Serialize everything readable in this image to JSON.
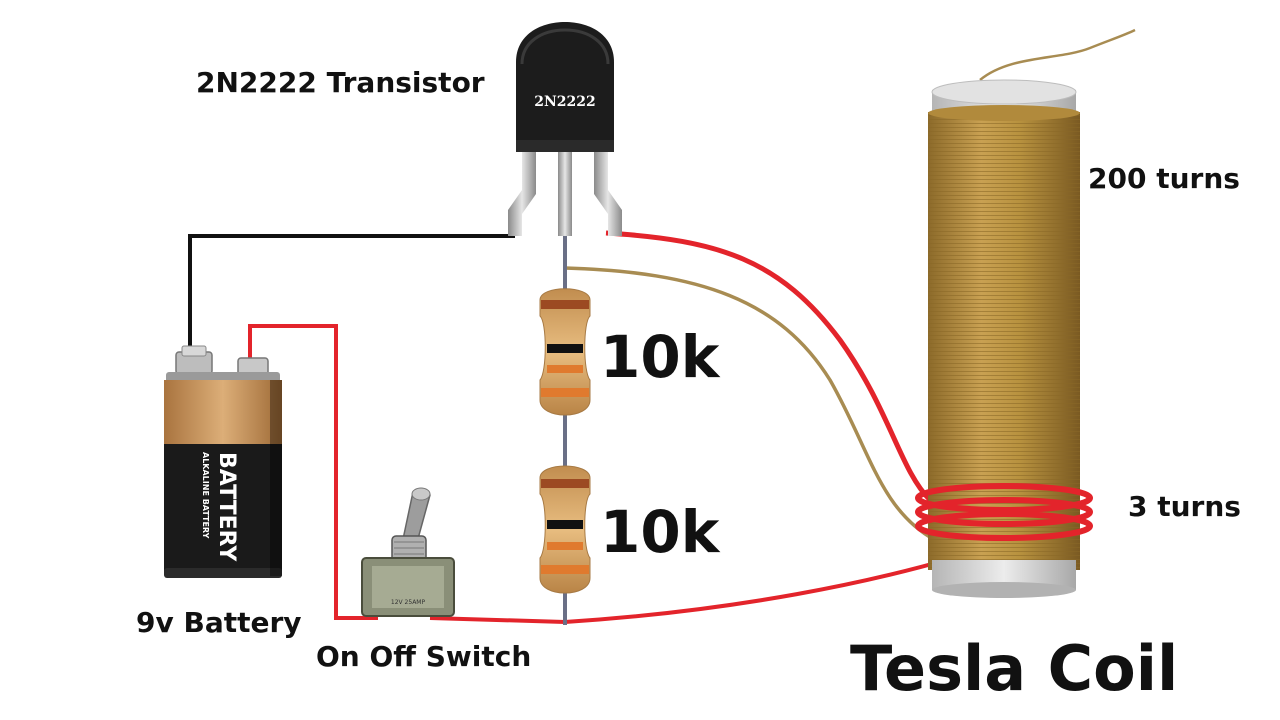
{
  "labels": {
    "transistor": "2N2222 Transistor",
    "transistor_marking": "2N2222",
    "resistor_top": "10k",
    "resistor_bottom": "10k",
    "battery": "9v Battery",
    "battery_brand": "BATTERY",
    "battery_subtext": "ALKALINE BATTERY",
    "switch": "On Off Switch",
    "switch_rating": "12V 25AMP",
    "secondary_turns": "200 turns",
    "primary_turns": "3 turns",
    "title": "Tesla Coil"
  },
  "colors": {
    "wire_red": "#e3242b",
    "wire_black": "#111111",
    "magnet_wire": "#a88c52",
    "coil_copper": "#b8923f",
    "battery_copper": "#c9955a",
    "battery_body": "#1a1a1a",
    "resistor_body": "#d9a866",
    "transistor_body": "#1c1c1c"
  },
  "icons": [
    "transistor-icon",
    "resistor-icon",
    "battery-icon",
    "toggle-switch-icon",
    "tesla-coil-icon"
  ]
}
